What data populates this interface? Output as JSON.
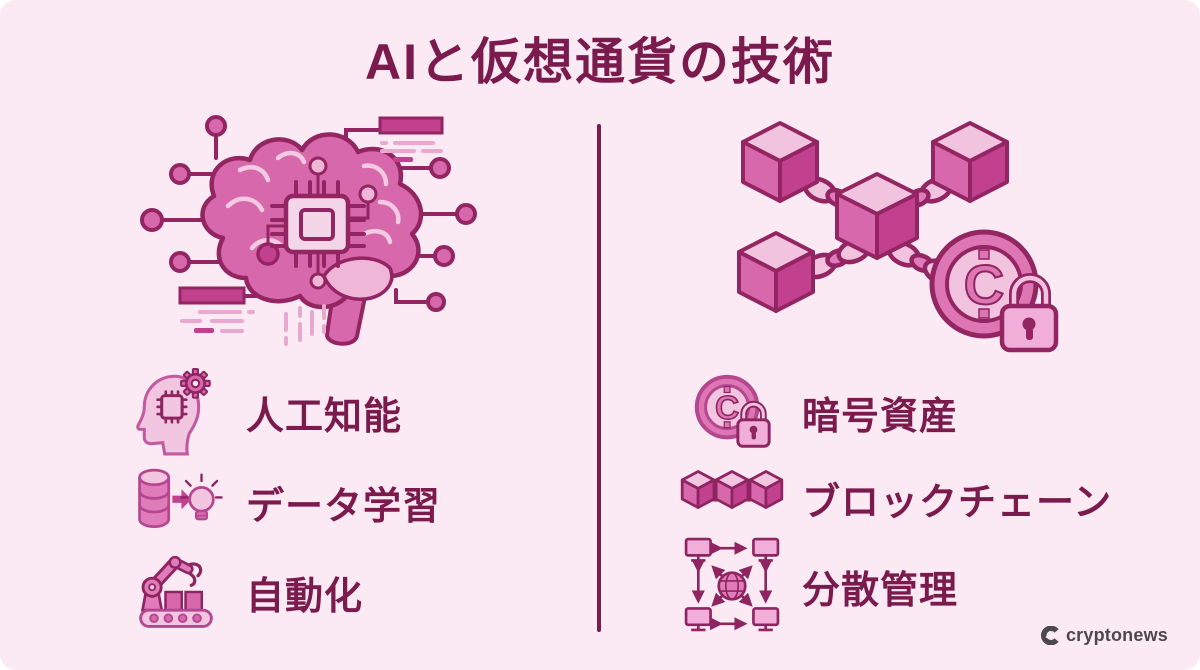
{
  "title": "AIと仮想通貨の技術",
  "left_column": {
    "illustration": "ai-brain-circuit",
    "items": [
      {
        "icon": "head-chip-gear-icon",
        "label": "人工知能"
      },
      {
        "icon": "database-to-idea-icon",
        "label": "データ学習"
      },
      {
        "icon": "robot-arm-conveyor-icon",
        "label": "自動化"
      }
    ]
  },
  "right_column": {
    "illustration": "blockchain-cubes-coin-lock",
    "items": [
      {
        "icon": "crypto-coin-lock-icon",
        "label": "暗号資産"
      },
      {
        "icon": "linked-cubes-icon",
        "label": "ブロックチェーン"
      },
      {
        "icon": "distributed-network-icon",
        "label": "分散管理"
      }
    ]
  },
  "brand": {
    "name": "cryptonews"
  },
  "colors": {
    "background": "#FBEAF3",
    "title_text": "#7B1A4C",
    "label_text": "#7B1A4C",
    "divider": "#7B1A4C",
    "outline": "#932563",
    "accent_pink": "#D868AC",
    "accent_dark_pink": "#C2418F",
    "light_pink": "#F2C6E0",
    "logo_gray": "#4D484C"
  }
}
